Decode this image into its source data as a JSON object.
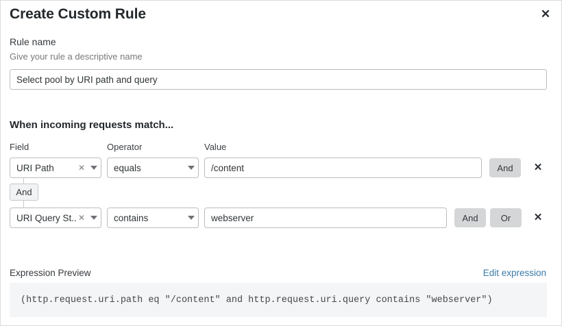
{
  "dialog": {
    "title": "Create Custom Rule",
    "close_icon": "close-icon"
  },
  "rule_name": {
    "label": "Rule name",
    "hint": "Give your rule a descriptive name",
    "value": "Select pool by URI path and query",
    "placeholder": ""
  },
  "conditions": {
    "heading": "When incoming requests match...",
    "columns": {
      "field": "Field",
      "operator": "Operator",
      "value": "Value"
    },
    "connector": "And",
    "rows": [
      {
        "field": "URI Path",
        "operator": "equals",
        "value": "/content",
        "clear_icon": "clear-icon",
        "chevron_icon": "chevron-down-icon",
        "and_label": "And",
        "delete_icon": "delete-icon"
      },
      {
        "field": "URI Query St...",
        "operator": "contains",
        "value": "webserver",
        "clear_icon": "clear-icon",
        "chevron_icon": "chevron-down-icon",
        "and_label": "And",
        "or_label": "Or",
        "delete_icon": "delete-icon"
      }
    ]
  },
  "expression": {
    "label": "Expression Preview",
    "edit_link": "Edit expression",
    "code": "(http.request.uri.path eq \"/content\" and http.request.uri.query contains \"webserver\")"
  },
  "colors": {
    "accent_link": "#3a7ca8",
    "button_gray": "#d4d6d8",
    "code_bg": "#f4f5f6",
    "border": "#b9bdc1"
  }
}
